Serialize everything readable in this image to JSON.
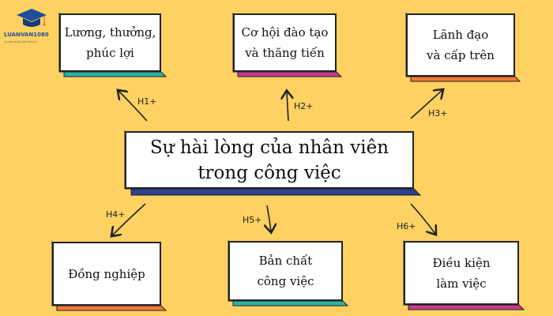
{
  "logo": {
    "name": "LUANVAN1080",
    "tagline": "TƯ VẤN LUẬN VĂN THẠC SĨ"
  },
  "center": {
    "line1": "Sự hài lòng của nhân viên",
    "line2": "trong công việc"
  },
  "boxes": {
    "b1": {
      "line1": "Lương, thưởng,",
      "line2": "phúc lợi"
    },
    "b2": {
      "line1": "Cơ hội đào tạo",
      "line2": "và thăng tiến"
    },
    "b3": {
      "line1": "Lãnh đạo",
      "line2": "và cấp trên"
    },
    "b4": {
      "line1": "Đồng nghiệp"
    },
    "b5": {
      "line1": "Bản chất",
      "line2": "công việc"
    },
    "b6": {
      "line1": "Điều kiện",
      "line2": "làm việc"
    }
  },
  "hypotheses": {
    "h1": "H1+",
    "h2": "H2+",
    "h3": "H3+",
    "h4": "H4+",
    "h5": "H5+",
    "h6": "H6+"
  },
  "colors": {
    "background": "#FDD262",
    "teal": "#2BB3A3",
    "magenta": "#C83A8E",
    "orange": "#F0793A",
    "navy": "#2E3F8F"
  }
}
